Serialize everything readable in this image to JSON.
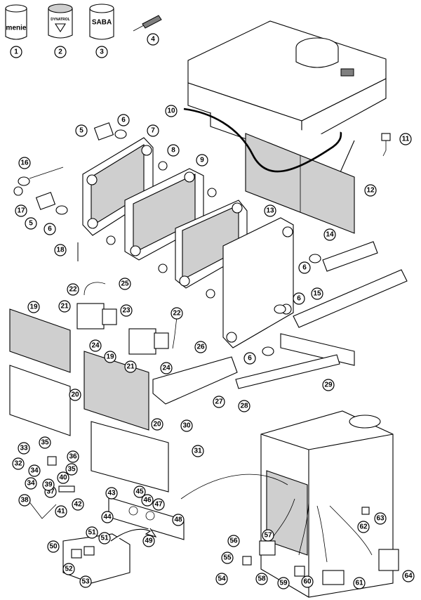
{
  "cans": {
    "can1": "menie",
    "can2": "DYNATROL",
    "can3": "SABA"
  },
  "callouts": [
    "1",
    "2",
    "3",
    "4",
    "5",
    "6",
    "7",
    "8",
    "9",
    "10",
    "11",
    "12",
    "13",
    "14",
    "15",
    "16",
    "17",
    "18",
    "19",
    "20",
    "21",
    "22",
    "23",
    "24",
    "25",
    "26",
    "27",
    "28",
    "29",
    "30",
    "31",
    "32",
    "33",
    "34",
    "35",
    "36",
    "37",
    "38",
    "39",
    "40",
    "41",
    "42",
    "43",
    "44",
    "45",
    "46",
    "47",
    "48",
    "49",
    "50",
    "51",
    "52",
    "53",
    "54",
    "55",
    "56",
    "57",
    "58",
    "59",
    "60",
    "61",
    "62",
    "63",
    "64"
  ]
}
